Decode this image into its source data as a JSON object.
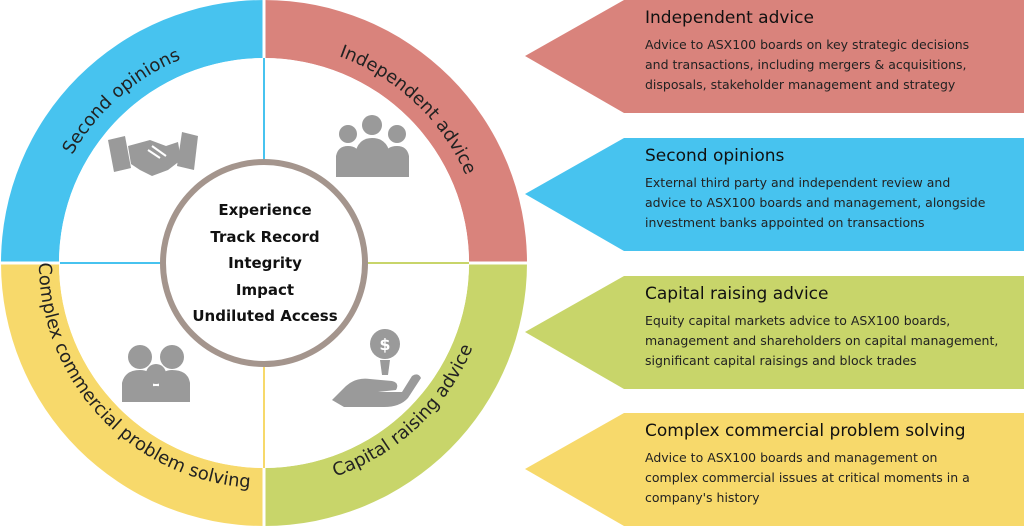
{
  "wheel": {
    "segments": [
      {
        "label": "Independent advice",
        "color": "#d9837c",
        "icon": "business-team-icon"
      },
      {
        "label": "Second opinions",
        "color": "#47c3ef",
        "icon": "handshake-icon"
      },
      {
        "label": "Complex commercial problem solving",
        "color": "#f7d96b",
        "icon": "family-group-icon"
      },
      {
        "label": "Capital raising advice",
        "color": "#c8d56a",
        "icon": "hand-with-dollar-icon"
      }
    ],
    "center": [
      "Experience",
      "Track Record",
      "Integrity",
      "Impact",
      "Undiluted Access"
    ]
  },
  "cards": [
    {
      "title": "Independent advice",
      "lines": [
        "Advice to ASX100 boards on key strategic decisions",
        "and transactions, including mergers & acquisitions,",
        "disposals, stakeholder management and strategy"
      ],
      "color": "#d9837c"
    },
    {
      "title": "Second opinions",
      "lines": [
        "External third party and independent review and",
        "advice to ASX100 boards and management, alongside",
        "investment banks appointed on transactions"
      ],
      "color": "#47c3ef"
    },
    {
      "title": "Capital raising advice",
      "lines": [
        "Equity capital markets advice to ASX100 boards,",
        "management and shareholders on capital management,",
        "significant capital raisings and block trades"
      ],
      "color": "#c8d56a"
    },
    {
      "title": "Complex commercial problem solving",
      "lines": [
        "Advice to ASX100 boards and management on",
        "complex commercial issues at critical moments in a",
        "company's history"
      ],
      "color": "#f7d96b"
    }
  ]
}
